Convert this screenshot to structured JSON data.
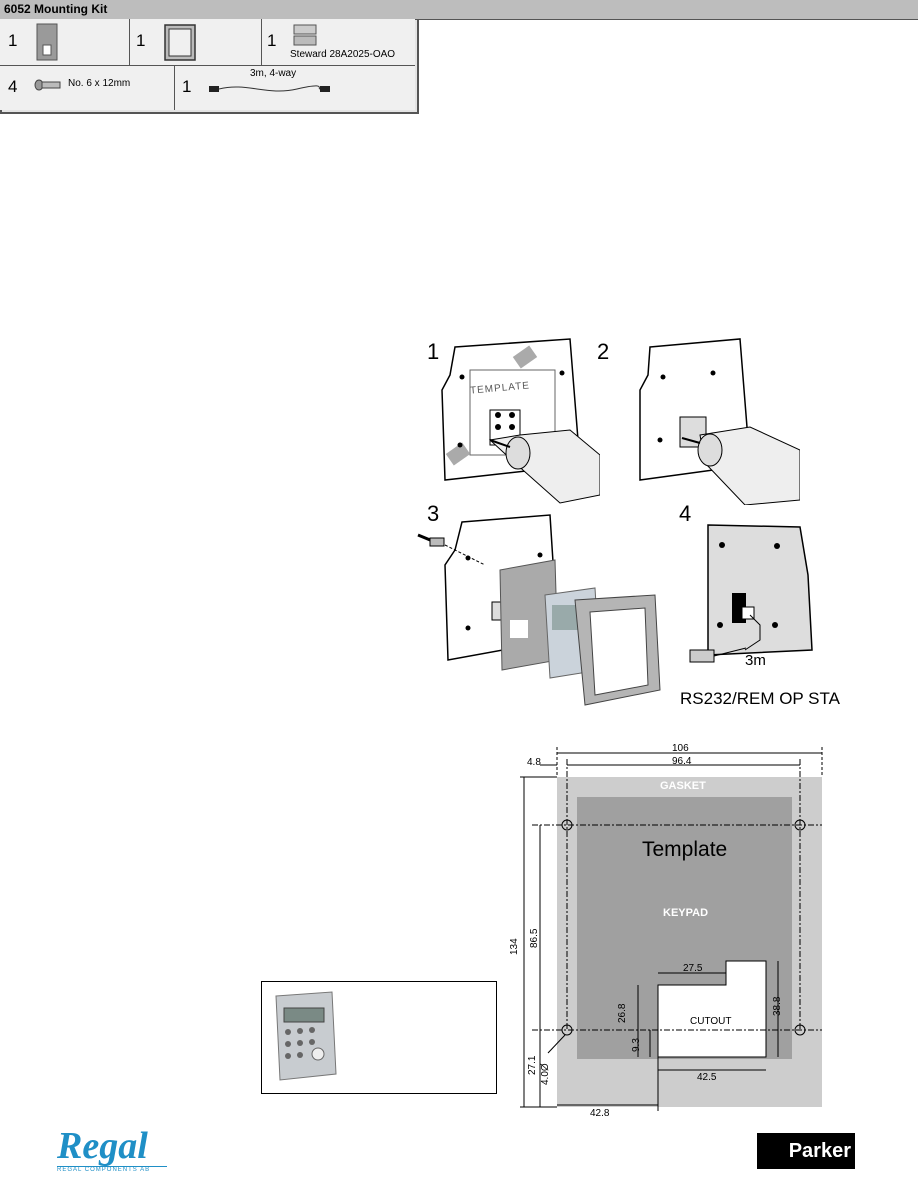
{
  "kit": {
    "title": "6052 Mounting Kit",
    "items": [
      {
        "qty": "1",
        "label": "",
        "icon": "gasket-plate-icon"
      },
      {
        "qty": "1",
        "label": "",
        "icon": "frame-icon"
      },
      {
        "qty": "1",
        "label": "Steward 28A2025-OAO",
        "icon": "ferrite-icon"
      },
      {
        "qty": "4",
        "label": "No. 6 x 12mm",
        "icon": "screw-icon"
      },
      {
        "qty": "1",
        "label": "3m, 4-way",
        "icon": "cable-icon"
      }
    ]
  },
  "steps": {
    "s1": "1",
    "s2": "2",
    "s3": "3",
    "s4": "4",
    "template_text": "TEMPLATE",
    "cable_length": "3m",
    "connector_label": "RS232/REM OP STA"
  },
  "drawing": {
    "w_total": "106",
    "w_inner": "96.4",
    "left_offset": "4.8",
    "h_total": "134",
    "h_holes": "86.5",
    "h_bottom": "27.1",
    "hole_dia": "4.0Ø",
    "gasket": "GASKET",
    "template": "Template",
    "keypad": "KEYPAD",
    "cutout": "CUTOUT",
    "cut_top": "27.5",
    "cut_h_left": "26.8",
    "cut_h_right": "38.8",
    "cut_small": "9.3",
    "cut_bottom": "42.5",
    "cut_offset": "42.8"
  },
  "footer": {
    "regal_logo": "Regal",
    "regal_sub": "REGAL COMPONENTS AB",
    "parker_logo": "Parker"
  }
}
